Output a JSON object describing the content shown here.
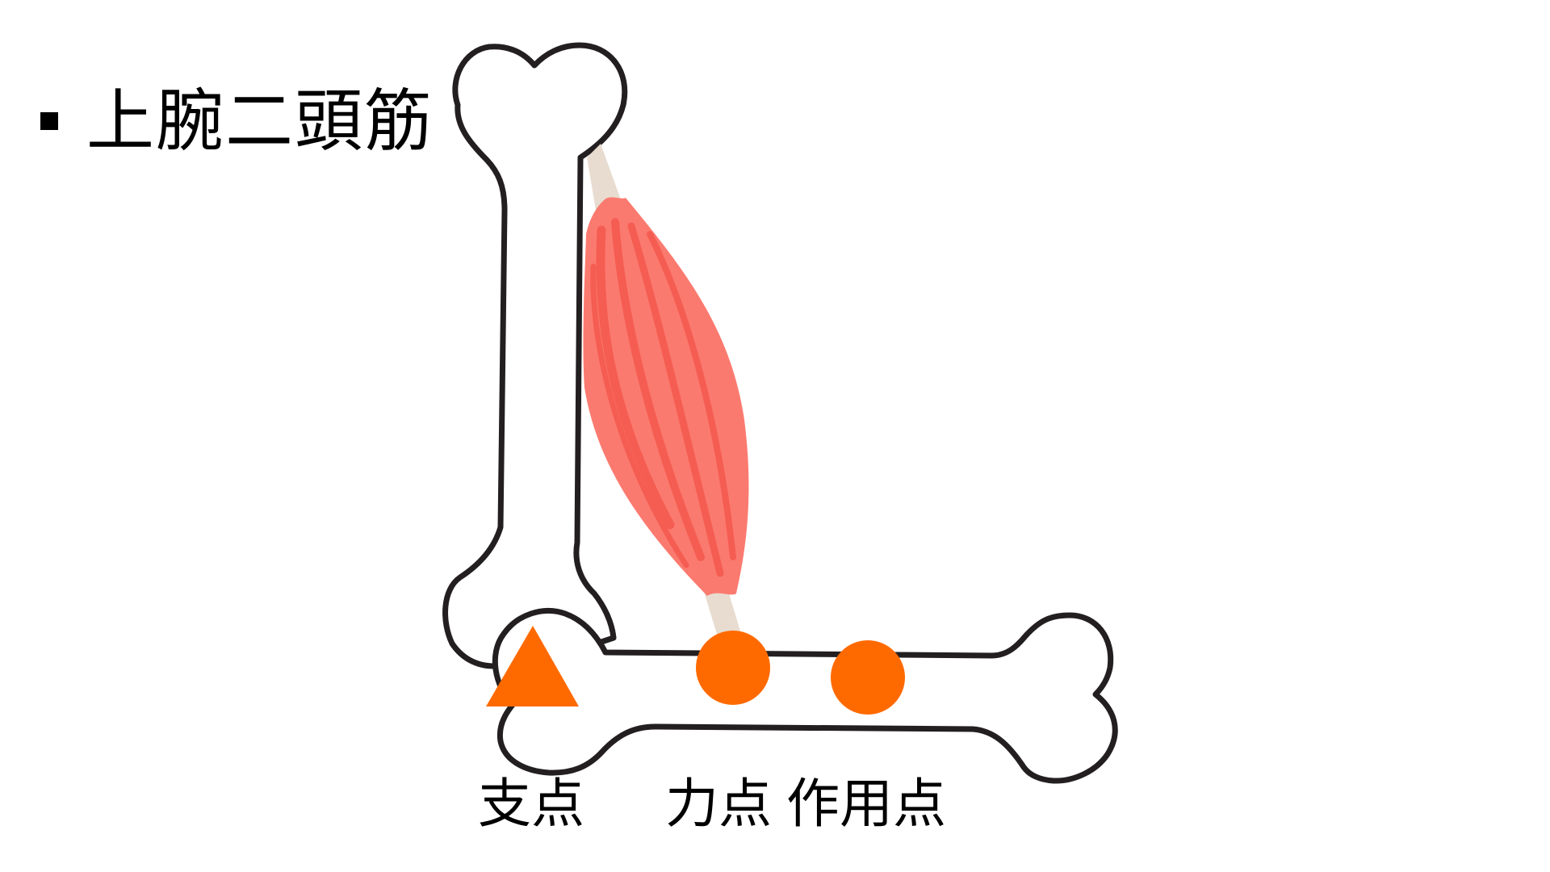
{
  "heading": {
    "text": "上腕二頭筋",
    "bullet": "square-bullet"
  },
  "labels": {
    "fulcrum": "支点",
    "effort": "力点",
    "load": "作用点"
  },
  "colors": {
    "bone_outline": "#231f20",
    "bone_fill": "#ffffff",
    "muscle_light": "#fb7a6f",
    "muscle_dark": "#f55d52",
    "tendon": "#e8dcd0",
    "marker": "#ff6a00",
    "text": "#000000"
  },
  "markers": {
    "fulcrum_shape": "triangle",
    "effort_shape": "circle",
    "load_shape": "circle"
  }
}
